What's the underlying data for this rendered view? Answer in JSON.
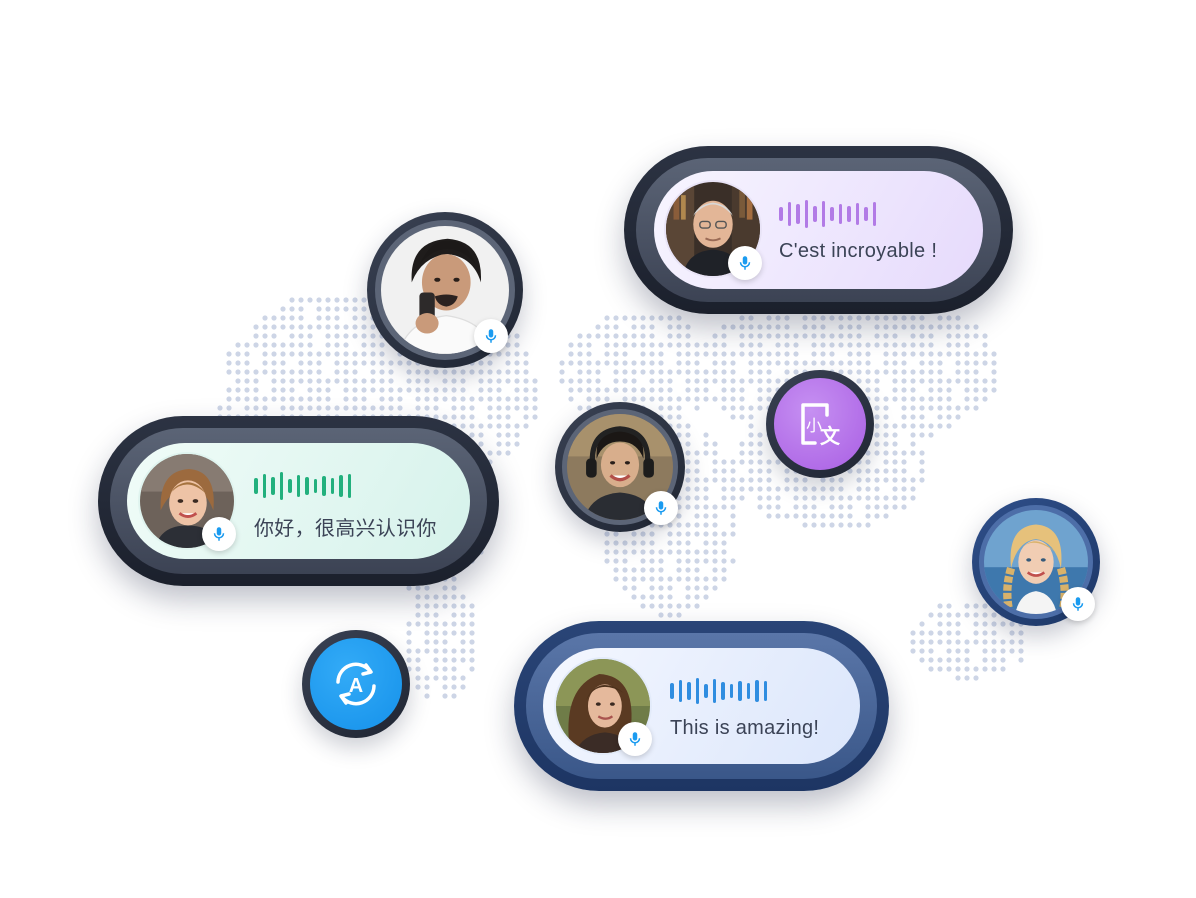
{
  "bubbles": [
    {
      "id": "french",
      "caption": "C'est incroyable !",
      "wave_color": "#b27be6",
      "face_gradient": [
        "#f6f3ff",
        "#e7dcfb"
      ],
      "wave_bars": [
        14,
        24,
        20,
        28,
        16,
        26,
        14,
        20,
        16,
        22,
        14,
        24
      ]
    },
    {
      "id": "chinese",
      "caption": "你好，很高兴认识你",
      "wave_color": "#22b07d",
      "face_gradient": [
        "#f1fcf8",
        "#d9f3ec"
      ],
      "wave_bars": [
        16,
        24,
        18,
        28,
        14,
        22,
        18,
        14,
        20,
        16,
        22,
        24
      ]
    },
    {
      "id": "english",
      "caption": "This is amazing!",
      "wave_color": "#2f8de0",
      "face_gradient": [
        "#f3f7ff",
        "#dde7fb"
      ],
      "wave_bars": [
        16,
        22,
        18,
        26,
        14,
        24,
        18,
        14,
        20,
        16,
        22,
        20
      ]
    }
  ],
  "icons": {
    "mic": "microphone-icon",
    "translate_text": "translate-icon",
    "auto_translate": "language-swap-icon",
    "translate_glyph_left": "小",
    "translate_glyph_right": "文",
    "auto_glyph": "A"
  },
  "colors": {
    "accent_blue": "#1a9bf0",
    "accent_purple": "#b06de6",
    "map_dot": "#cdd5e6",
    "ring_dark": "#252b39"
  }
}
